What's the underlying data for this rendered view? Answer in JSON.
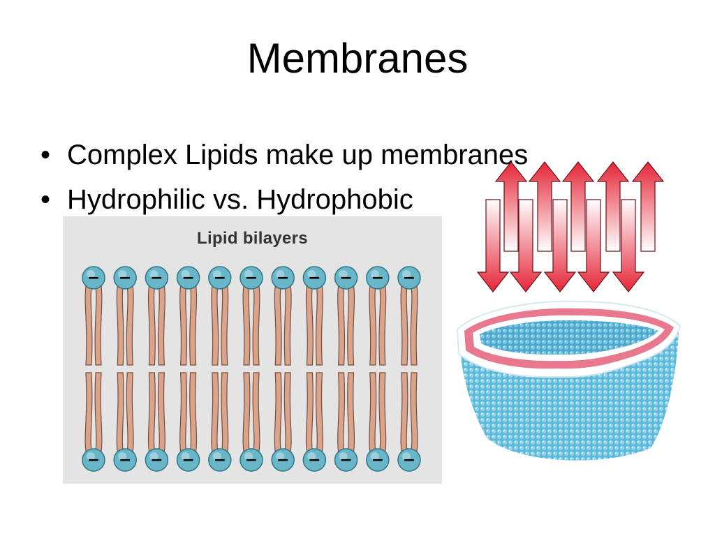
{
  "slide": {
    "title": "Membranes",
    "bullets": [
      {
        "marker": "•",
        "text": "Complex Lipids make up membranes"
      },
      {
        "marker": "•",
        "text": "Hydrophilic vs. Hydrophobic"
      }
    ]
  },
  "figure_bilayer": {
    "heading": "Lipid bilayers",
    "head_symbol": "−",
    "heads_per_row": 11,
    "colors": {
      "background": "#e4e4e4",
      "head_fill": "#69b6c9",
      "head_stroke": "#2d7587",
      "tail_fill": "#d9a48c",
      "tail_stroke": "#7a4a38"
    }
  },
  "figure_arrows": {
    "description_icon": "double-arrow-icon",
    "count": 5,
    "colors": {
      "top": "#e52638",
      "bottom": "#ffffff",
      "stroke": "#6b1018"
    }
  },
  "figure_vesicle": {
    "icon": "liposome-icon",
    "colors": {
      "outer": "#5bb6d8",
      "rim": "#e7788e",
      "bead": "#ffffff"
    }
  }
}
